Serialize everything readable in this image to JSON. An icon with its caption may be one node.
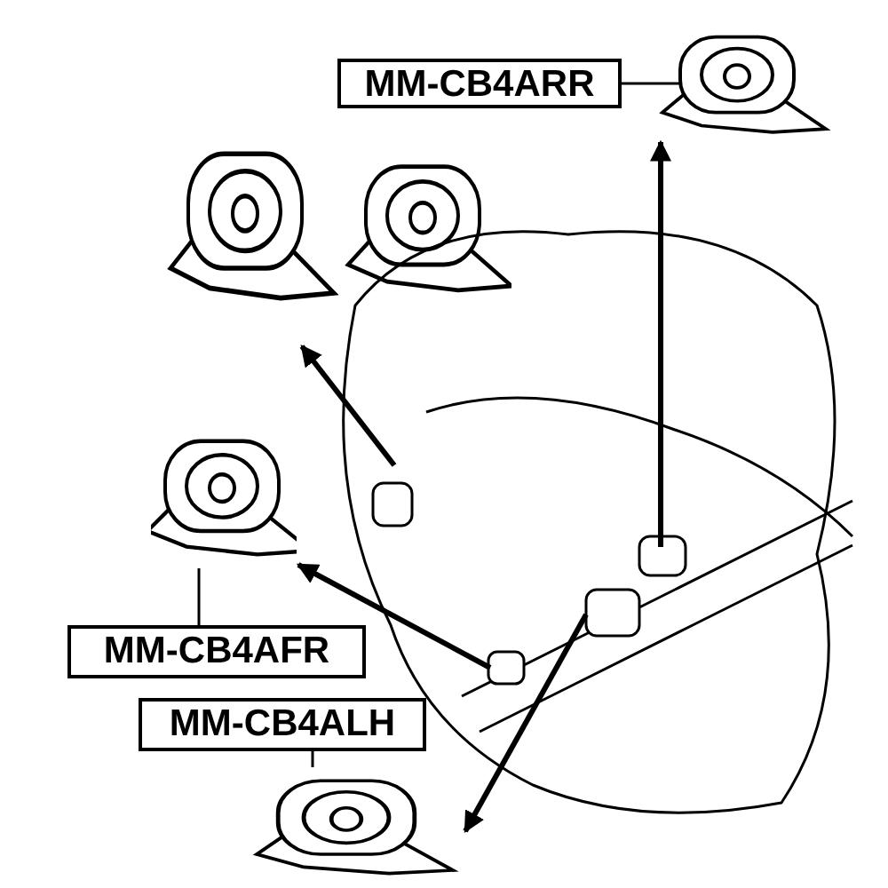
{
  "diagram": {
    "nodes": [
      {
        "text": [
          "MM-CB4ARR"
        ]
      },
      {
        "text": [],
        "shape": "picture"
      },
      {
        "text": [],
        "shape": "picture"
      },
      {
        "text": [
          "MM-CB4AFR"
        ]
      },
      {
        "text": [],
        "shape": "picture"
      },
      {
        "text": [
          "MM-CB4ALH"
        ]
      },
      {
        "text": [],
        "shape": "picture"
      },
      {
        "text": [],
        "shape": "picture"
      }
    ],
    "edges": [
      {
        "from": 0,
        "to": 1,
        "arrow": "none"
      },
      {
        "from": 3,
        "to": 4,
        "arrow": "none"
      },
      {
        "from": 5,
        "to": 6,
        "arrow": "none"
      },
      {
        "from": 7,
        "to": 1,
        "arrow": "to"
      },
      {
        "from": 7,
        "to": 2,
        "arrow": "to"
      },
      {
        "from": 7,
        "to": 4,
        "arrow": "to"
      },
      {
        "from": 7,
        "to": 6,
        "arrow": "to"
      }
    ]
  }
}
